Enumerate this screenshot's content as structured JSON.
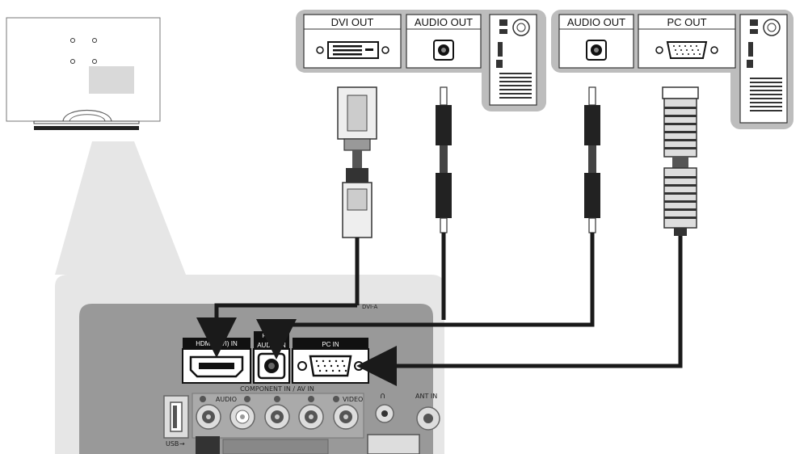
{
  "pc_left": {
    "dvi_out_label": "DVI OUT",
    "audio_out_label": "AUDIO OUT"
  },
  "pc_right": {
    "audio_out_label": "AUDIO OUT",
    "pc_out_label": "PC OUT"
  },
  "tv_panel": {
    "hdmi_in_label": "HDMI (DVI) IN",
    "audio_in_label": "AUDIO IN",
    "audio_in_top_label": "PC/DVI",
    "pc_in_label": "PC IN",
    "component_label": "COMPONENT IN / AV IN",
    "audio_lr_label": "AUDIO",
    "video_label": "VIDEO",
    "usb_label": "USB",
    "ant_label": "ANT IN"
  },
  "colors": {
    "panel_gray": "#d9d9d9",
    "port_black": "#111111",
    "cable_black": "#1a1a1a",
    "light_gray": "#e6e6e6"
  }
}
